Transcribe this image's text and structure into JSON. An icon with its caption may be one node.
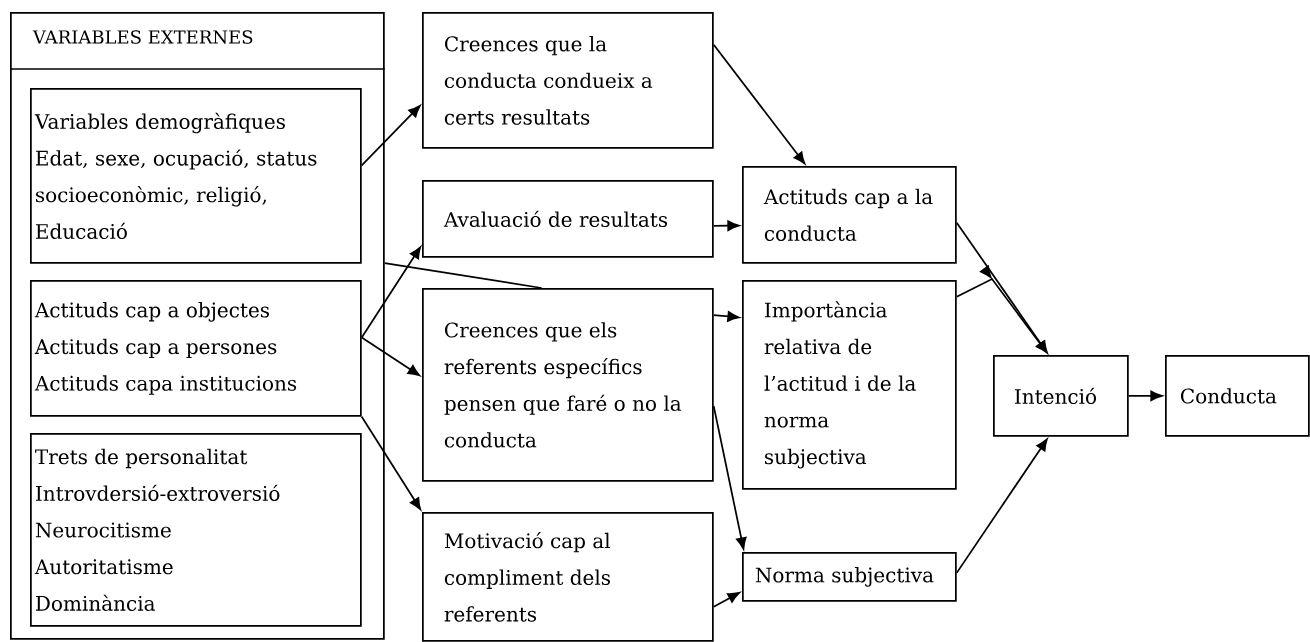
{
  "diagram": {
    "nodes": [
      {
        "text": [
          "VARIABLES EXTERNES"
        ]
      },
      {
        "text": [
          "Variables demogràfiques",
          "Edat, sexe, ocupació, status socioeconòmic, religió, Educació"
        ],
        "in": 0
      },
      {
        "text": [
          "Actituds cap a objectes",
          "Actituds cap a persones",
          "Actituds capa institucions"
        ],
        "in": 0
      },
      {
        "text": [
          "Trets de personalitat",
          "Introvdersió-extroversió",
          "Neurocitisme",
          "Autoritatisme",
          "Dominància"
        ],
        "in": 0
      },
      {
        "text": [
          "Creences que la conducta condueix a certs resultats"
        ]
      },
      {
        "text": [
          "Avaluació de resultats"
        ]
      },
      {
        "text": [
          "Creences que els referents específics pensen que faré o no la conducta"
        ]
      },
      {
        "text": [
          "Motivació cap al compliment dels referents"
        ]
      },
      {
        "text": [
          "Actituds cap a la conducta"
        ]
      },
      {
        "text": [
          "Importància relativa de l’actitud i de la norma subjectiva"
        ]
      },
      {
        "text": [
          "Norma subjectiva"
        ]
      },
      {
        "text": [
          "Intenció"
        ]
      },
      {
        "text": [
          "Conducta"
        ]
      }
    ],
    "edges": [
      {
        "from": 1,
        "to": 4,
        "arrow": "to"
      },
      {
        "from": 2,
        "to": 5,
        "arrow": "to"
      },
      {
        "from": 2,
        "to": 6,
        "arrow": "to"
      },
      {
        "from": 2,
        "to": 7,
        "arrow": "to"
      },
      {
        "from": 0,
        "to": 6,
        "arrow": "none"
      },
      {
        "from": 4,
        "to": 8,
        "arrow": "to"
      },
      {
        "from": 5,
        "to": 8,
        "arrow": "to"
      },
      {
        "from": 6,
        "to": 9,
        "arrow": "to"
      },
      {
        "from": 6,
        "to": 10,
        "arrow": "to"
      },
      {
        "from": 7,
        "to": 10,
        "arrow": "to"
      },
      {
        "from": 8,
        "to": 11,
        "arrow": "to"
      },
      {
        "from": 9,
        "to": 11,
        "arrow": "to"
      },
      {
        "from": 10,
        "to": 11,
        "arrow": "to"
      },
      {
        "from": 11,
        "to": 12,
        "arrow": "to"
      }
    ]
  }
}
